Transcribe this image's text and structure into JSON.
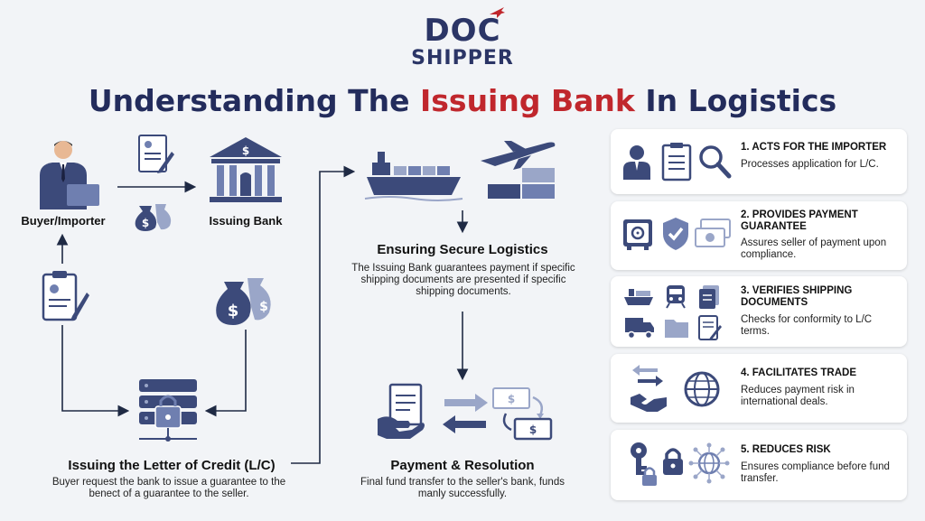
{
  "logo": {
    "line1": "DOC",
    "line2": "SHIPPER"
  },
  "title": {
    "part1": "Understanding The ",
    "highlight": "Issuing Bank",
    "part2": " In Logistics"
  },
  "flow": {
    "buyer_label": "Buyer/Importer",
    "bank_label": "Issuing Bank",
    "lc_title": "Issuing the Letter of Credit (L/C)",
    "lc_desc": "Buyer request the bank to issue a guarantee to the benect of a guarantee to the seller.",
    "logistics_title": "Ensuring Secure Logistics",
    "logistics_desc": "The Issuing Bank guarantees payment if specific shipping documents are presented if specific shipping documents.",
    "payment_title": "Payment & Resolution",
    "payment_desc": "Final fund transfer to the seller's bank, funds manly successfully."
  },
  "cards": [
    {
      "title": "1. ACTS FOR THE IMPORTER",
      "desc": "Processes application for L/C."
    },
    {
      "title": "2. PROVIDES PAYMENT GUARANTEE",
      "desc": "Assures seller of payment upon compliance."
    },
    {
      "title": "3. VERIFIES SHIPPING DOCUMENTS",
      "desc": "Checks for conformity to L/C terms."
    },
    {
      "title": "4. FACILITATES TRADE",
      "desc": "Reduces payment risk in international deals."
    },
    {
      "title": "5. REDUCES RISK",
      "desc": "Ensures compliance before fund transfer."
    }
  ],
  "colors": {
    "navy": "#2b3566",
    "red": "#c0272d",
    "icon": "#3c4a7a",
    "light": "#9aa6c8"
  }
}
